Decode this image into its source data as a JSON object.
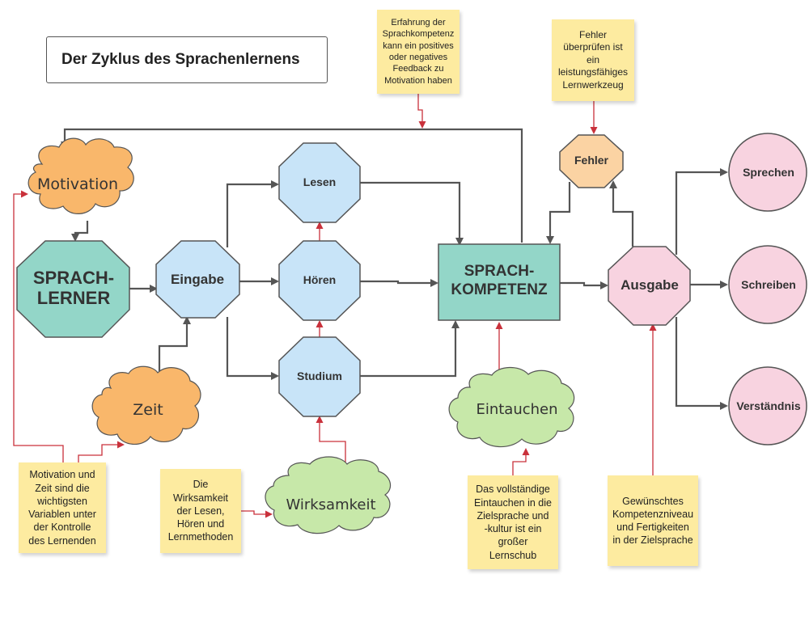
{
  "title": "Der Zyklus des Sprachenlernens",
  "nodes": {
    "motivation": "Motivation",
    "sprachlerner_line1": "SPRACH-",
    "sprachlerner_line2": "LERNER",
    "eingabe": "Eingabe",
    "lesen": "Lesen",
    "hoeren": "Hören",
    "studium": "Studium",
    "zeit": "Zeit",
    "wirksamkeit": "Wirksamkeit",
    "sprachkompetenz_line1": "SPRACH-",
    "sprachkompetenz_line2": "KOMPETENZ",
    "eintauchen": "Eintauchen",
    "fehler": "Fehler",
    "ausgabe": "Ausgabe",
    "sprechen": "Sprechen",
    "schreiben": "Schreiben",
    "verstaendnis": "Verständnis"
  },
  "notes": {
    "feedback": "Erfahrung der\nSprachkompetenz\nkann ein positives\noder negatives\nFeedback zu\nMotivation haben",
    "fehler": "Fehler\nüberprüfen ist\nein\nleistungsfähiges\nLernwerkzeug",
    "motivation_zeit": "Motivation und\nZeit sind die\nwichtigsten\nVariablen unter\nder Kontrolle\ndes Lernenden",
    "wirksamkeit": "Die\nWirksamkeit\nder Lesen,\nHören und\nLernmethoden",
    "eintauchen": "Das vollständige\nEintauchen in die\nZielsprache und\n-kultur ist ein\ngroßer\nLernschub",
    "kompetenzniveau": "Gewünschtes\nKompetenzniveau\nund Fertigkeiten\nin der Zielsprache"
  },
  "colors": {
    "teal": "#93d6c8",
    "blue": "#c8e4f8",
    "orange": "#f9b76b",
    "green": "#c7e8a9",
    "pink": "#f8d3e0",
    "peach": "#fbd3a3",
    "note": "#fdeba0",
    "arrow_gray": "#555555",
    "arrow_red": "#c9313b"
  }
}
